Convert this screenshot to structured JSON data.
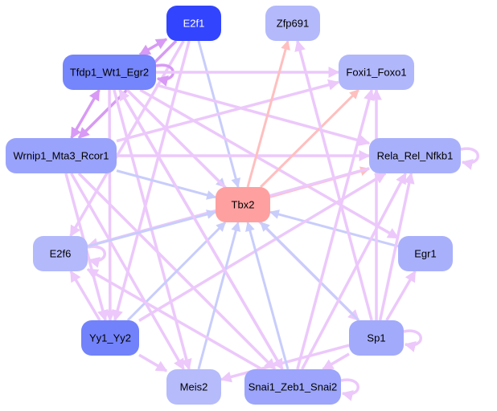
{
  "diagram": {
    "type": "directed-network",
    "colors": {
      "activation_edge": "#ecc8fb",
      "strong_edge": "#d89af5",
      "inhibit_edge": "#c8cdfb",
      "target_edge": "#ffbfbf",
      "target_node": "#ffa0a0"
    },
    "nodes": [
      {
        "id": "E2f1",
        "label": "E2f1",
        "color": "#3344ff",
        "text_color": "#ffffff"
      },
      {
        "id": "Zfp691",
        "label": "Zfp691",
        "color": "#b3b9fb",
        "text_color": "#000000"
      },
      {
        "id": "Tfdp1_Wt1_Egr2",
        "label": "Tfdp1_Wt1_Egr2",
        "color": "#7585fb",
        "text_color": "#000000"
      },
      {
        "id": "Foxi1_Foxo1",
        "label": "Foxi1_Foxo1",
        "color": "#b1b7fb",
        "text_color": "#000000"
      },
      {
        "id": "Wrnip1_Mta3_Rcor1",
        "label": "Wrnip1_Mta3_Rcor1",
        "color": "#9aa3fb",
        "text_color": "#000000"
      },
      {
        "id": "Rela_Rel_Nfkb1",
        "label": "Rela_Rel_Nfkb1",
        "color": "#a9b0fb",
        "text_color": "#000000"
      },
      {
        "id": "Tbx2",
        "label": "Tbx2",
        "color": "#ffa0a0",
        "text_color": "#000000"
      },
      {
        "id": "E2f6",
        "label": "E2f6",
        "color": "#b3b9fb",
        "text_color": "#000000"
      },
      {
        "id": "Egr1",
        "label": "Egr1",
        "color": "#a9b0fb",
        "text_color": "#000000"
      },
      {
        "id": "Yy1_Yy2",
        "label": "Yy1_Yy2",
        "color": "#7282fb",
        "text_color": "#000000"
      },
      {
        "id": "Sp1",
        "label": "Sp1",
        "color": "#a2aafb",
        "text_color": "#000000"
      },
      {
        "id": "Meis2",
        "label": "Meis2",
        "color": "#b5bbfb",
        "text_color": "#000000"
      },
      {
        "id": "Snai1_Zeb1_Snai2",
        "label": "Snai1_Zeb1_Snai2",
        "color": "#9ca5fb",
        "text_color": "#000000"
      }
    ],
    "edges": [
      {
        "from": "E2f1",
        "to": "Tfdp1_Wt1_Egr2",
        "kind": "strong",
        "bidirectional": true
      },
      {
        "from": "E2f1",
        "to": "Tbx2",
        "kind": "inhibit"
      },
      {
        "from": "E2f1",
        "to": "Wrnip1_Mta3_Rcor1",
        "kind": "strong"
      },
      {
        "from": "E2f1",
        "to": "Yy1_Yy2",
        "kind": "activation"
      },
      {
        "from": "E2f1",
        "to": "E2f6",
        "kind": "activation"
      },
      {
        "from": "Tfdp1_Wt1_Egr2",
        "to": "Tfdp1_Wt1_Egr2",
        "kind": "strong",
        "self": true
      },
      {
        "from": "Tfdp1_Wt1_Egr2",
        "to": "Wrnip1_Mta3_Rcor1",
        "kind": "strong",
        "bidirectional": true
      },
      {
        "from": "Tfdp1_Wt1_Egr2",
        "to": "Tbx2",
        "kind": "inhibit"
      },
      {
        "from": "Tfdp1_Wt1_Egr2",
        "to": "Foxi1_Foxo1",
        "kind": "activation"
      },
      {
        "from": "Tfdp1_Wt1_Egr2",
        "to": "Rela_Rel_Nfkb1",
        "kind": "activation"
      },
      {
        "from": "Tfdp1_Wt1_Egr2",
        "to": "Egr1",
        "kind": "activation"
      },
      {
        "from": "Tfdp1_Wt1_Egr2",
        "to": "Sp1",
        "kind": "activation"
      },
      {
        "from": "Tfdp1_Wt1_Egr2",
        "to": "Snai1_Zeb1_Snai2",
        "kind": "activation"
      },
      {
        "from": "Tfdp1_Wt1_Egr2",
        "to": "Meis2",
        "kind": "activation"
      },
      {
        "from": "Tfdp1_Wt1_Egr2",
        "to": "Yy1_Yy2",
        "kind": "activation"
      },
      {
        "from": "Wrnip1_Mta3_Rcor1",
        "to": "Tbx2",
        "kind": "inhibit"
      },
      {
        "from": "Wrnip1_Mta3_Rcor1",
        "to": "Rela_Rel_Nfkb1",
        "kind": "activation"
      },
      {
        "from": "Wrnip1_Mta3_Rcor1",
        "to": "Foxi1_Foxo1",
        "kind": "activation"
      },
      {
        "from": "Wrnip1_Mta3_Rcor1",
        "to": "Meis2",
        "kind": "activation"
      },
      {
        "from": "Wrnip1_Mta3_Rcor1",
        "to": "Snai1_Zeb1_Snai2",
        "kind": "activation"
      },
      {
        "from": "Wrnip1_Mta3_Rcor1",
        "to": "Yy1_Yy2",
        "kind": "activation"
      },
      {
        "from": "Tbx2",
        "to": "Zfp691",
        "kind": "target"
      },
      {
        "from": "Tbx2",
        "to": "Foxi1_Foxo1",
        "kind": "target"
      },
      {
        "from": "Tbx2",
        "to": "Rela_Rel_Nfkb1",
        "kind": "target"
      },
      {
        "from": "Rela_Rel_Nfkb1",
        "to": "Rela_Rel_Nfkb1",
        "kind": "activation",
        "self": true
      },
      {
        "from": "Rela_Rel_Nfkb1",
        "to": "E2f6",
        "kind": "activation"
      },
      {
        "from": "E2f6",
        "to": "E2f6",
        "kind": "activation",
        "self": true
      },
      {
        "from": "E2f6",
        "to": "Tbx2",
        "kind": "inhibit"
      },
      {
        "from": "Egr1",
        "to": "Tbx2",
        "kind": "inhibit"
      },
      {
        "from": "Yy1_Yy2",
        "to": "E2f6",
        "kind": "activation"
      },
      {
        "from": "Yy1_Yy2",
        "to": "Tbx2",
        "kind": "inhibit"
      },
      {
        "from": "Yy1_Yy2",
        "to": "Meis2",
        "kind": "activation"
      },
      {
        "from": "Yy1_Yy2",
        "to": "Rela_Rel_Nfkb1",
        "kind": "activation"
      },
      {
        "from": "Sp1",
        "to": "Sp1",
        "kind": "activation",
        "self": true
      },
      {
        "from": "Sp1",
        "to": "Tbx2",
        "kind": "inhibit"
      },
      {
        "from": "Sp1",
        "to": "Egr1",
        "kind": "activation"
      },
      {
        "from": "Sp1",
        "to": "Rela_Rel_Nfkb1",
        "kind": "activation"
      },
      {
        "from": "Sp1",
        "to": "Foxi1_Foxo1",
        "kind": "activation"
      },
      {
        "from": "Sp1",
        "to": "Zfp691",
        "kind": "activation"
      },
      {
        "from": "Sp1",
        "to": "Meis2",
        "kind": "activation"
      },
      {
        "from": "Sp1",
        "to": "Snai1_Zeb1_Snai2",
        "kind": "activation"
      },
      {
        "from": "Meis2",
        "to": "Tbx2",
        "kind": "inhibit"
      },
      {
        "from": "Snai1_Zeb1_Snai2",
        "to": "Snai1_Zeb1_Snai2",
        "kind": "activation",
        "self": true
      },
      {
        "from": "Snai1_Zeb1_Snai2",
        "to": "Tbx2",
        "kind": "inhibit"
      },
      {
        "from": "Snai1_Zeb1_Snai2",
        "to": "Foxi1_Foxo1",
        "kind": "activation"
      },
      {
        "from": "Snai1_Zeb1_Snai2",
        "to": "Rela_Rel_Nfkb1",
        "kind": "activation"
      },
      {
        "from": "Snai1_Zeb1_Snai2",
        "to": "Tfdp1_Wt1_Egr2",
        "kind": "activation"
      },
      {
        "from": "Snai1_Zeb1_Snai2",
        "to": "E2f6",
        "kind": "activation"
      }
    ]
  }
}
